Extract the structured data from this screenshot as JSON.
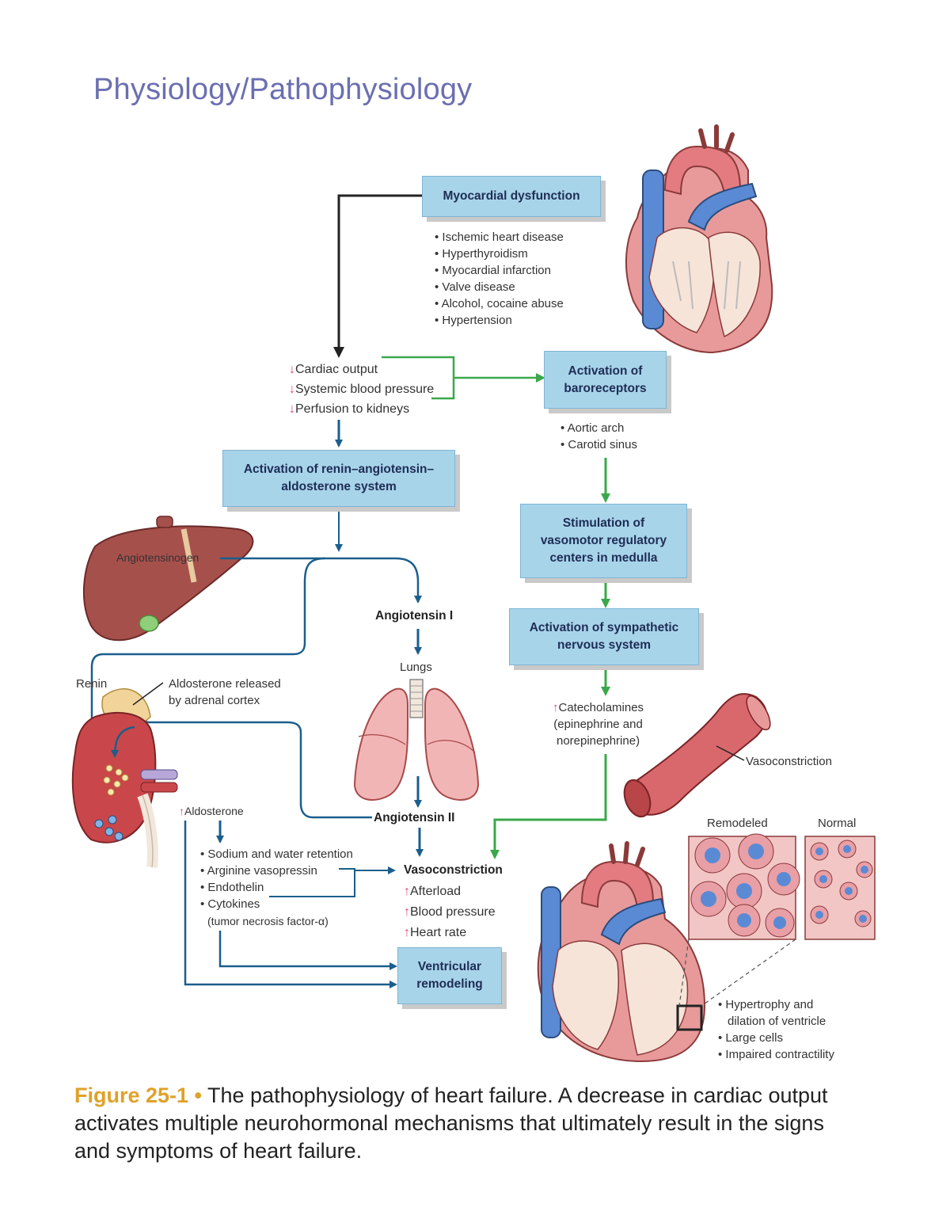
{
  "header": {
    "title": "Physiology/Pathophysiology"
  },
  "boxes": {
    "myocardial": "Myocardial dysfunction",
    "baroreceptors_1": "Activation of",
    "baroreceptors_2": "baroreceptors",
    "raas_1": "Activation of renin–angiotensin–",
    "raas_2": "aldosterone system",
    "vasomotor_1": "Stimulation of",
    "vasomotor_2": "vasomotor regulatory",
    "vasomotor_3": "centers in medulla",
    "sympathetic_1": "Activation of sympathetic",
    "sympathetic_2": "nervous system",
    "remodeling_1": "Ventricular",
    "remodeling_2": "remodeling"
  },
  "causes": [
    "Ischemic heart disease",
    "Hyperthyroidism",
    "Myocardial infarction",
    "Valve disease",
    "Alcohol, cocaine abuse",
    "Hypertension"
  ],
  "decreases": [
    "Cardiac output",
    "Systemic blood pressure",
    "Perfusion to kidneys"
  ],
  "baroreceptor_sites": [
    "Aortic arch",
    "Carotid sinus"
  ],
  "labels": {
    "angiotensinogen": "Angiotensinogen",
    "angiotensin_i": "Angiotensin I",
    "lungs": "Lungs",
    "angiotensin_ii": "Angiotensin II",
    "renin": "Renin",
    "aldosterone_released_1": "Aldosterone released",
    "aldosterone_released_2": "by adrenal cortex",
    "aldosterone": "Aldosterone",
    "catecholamines_1": "Catecholamines",
    "catecholamines_2": "(epinephrine and",
    "catecholamines_3": "norepinephrine)",
    "vasoconstriction_vessel": "Vasoconstriction",
    "vasoconstriction": "Vasoconstriction",
    "remodeled": "Remodeled",
    "normal": "Normal",
    "cytokines_note": "(tumor necrosis factor-α)"
  },
  "aldosterone_effects": [
    "Sodium and water retention",
    "Arginine vasopressin",
    "Endothelin",
    "Cytokines"
  ],
  "increases": [
    "Afterload",
    "Blood pressure",
    "Heart rate"
  ],
  "ventricle_changes": [
    "Hypertrophy and",
    "dilation of ventricle",
    "Large cells",
    "Impaired contractility"
  ],
  "caption": {
    "label": "Figure 25-1 •",
    "text": "The pathophysiology of heart failure. A decrease in cardiac output activates multiple neurohormonal mechanisms that ultimately result in the signs and symptoms of heart failure."
  },
  "colors": {
    "green_arrow": "#3aa84a",
    "blue_arrow": "#1b5e8c",
    "black_arrow": "#222222",
    "box_fill": "#a8d4ea",
    "title": "#6b6fb0",
    "caption_label": "#e0a127"
  }
}
